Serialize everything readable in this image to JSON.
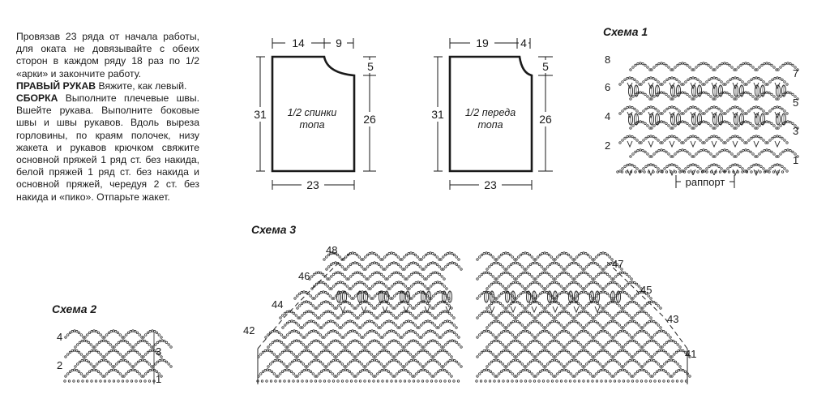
{
  "instructions": {
    "intro": "Провязав 23 ряда от начала работы, для оката не довязывайте с обеих сторон в каждом ряду 18 раз по 1/2 «арки» и закончите работу.",
    "right_sleeve_heading": "ПРАВЫЙ РУКАВ",
    "right_sleeve_text": " Вяжите, как левый.",
    "assembly_heading": "СБОРКА",
    "assembly_text": " Выполните плечевые швы. Вшейте рукава. Выполните боковые швы и швы рукавов. Вдоль выреза горловины, по краям полочек, низу жакета и рукавов крючком свяжите основной пряжей 1 ряд ст. без накида, белой пряжей 1 ряд ст. без накида и основной пряжей, чередуя 2 ст. без накида и «пико». Отпарьте жакет."
  },
  "pattern_back": {
    "label_line1": "1/2 спинки",
    "label_line2": "топа",
    "dim_top_left": "14",
    "dim_top_right": "9",
    "dim_left": "31",
    "dim_neck": "5",
    "dim_right": "26",
    "dim_bottom": "23"
  },
  "pattern_front": {
    "label_line1": "1/2 переда",
    "label_line2": "топа",
    "dim_top_left": "19",
    "dim_top_right": "4",
    "dim_left": "31",
    "dim_neck": "5",
    "dim_right": "26",
    "dim_bottom": "23"
  },
  "scheme1": {
    "title": "Схема 1",
    "left_rows": [
      "8",
      "6",
      "4",
      "2"
    ],
    "right_rows": [
      "7",
      "5",
      "3",
      "1"
    ],
    "repeat_label": "раппорт"
  },
  "scheme2": {
    "title": "Схема 2",
    "left_rows": [
      "4",
      "2"
    ],
    "right_rows": [
      "3",
      "1"
    ]
  },
  "scheme3": {
    "title": "Схема 3",
    "left_rows": [
      "48",
      "46",
      "44",
      "42"
    ],
    "right_rows": [
      "47",
      "45",
      "43",
      "41"
    ]
  }
}
